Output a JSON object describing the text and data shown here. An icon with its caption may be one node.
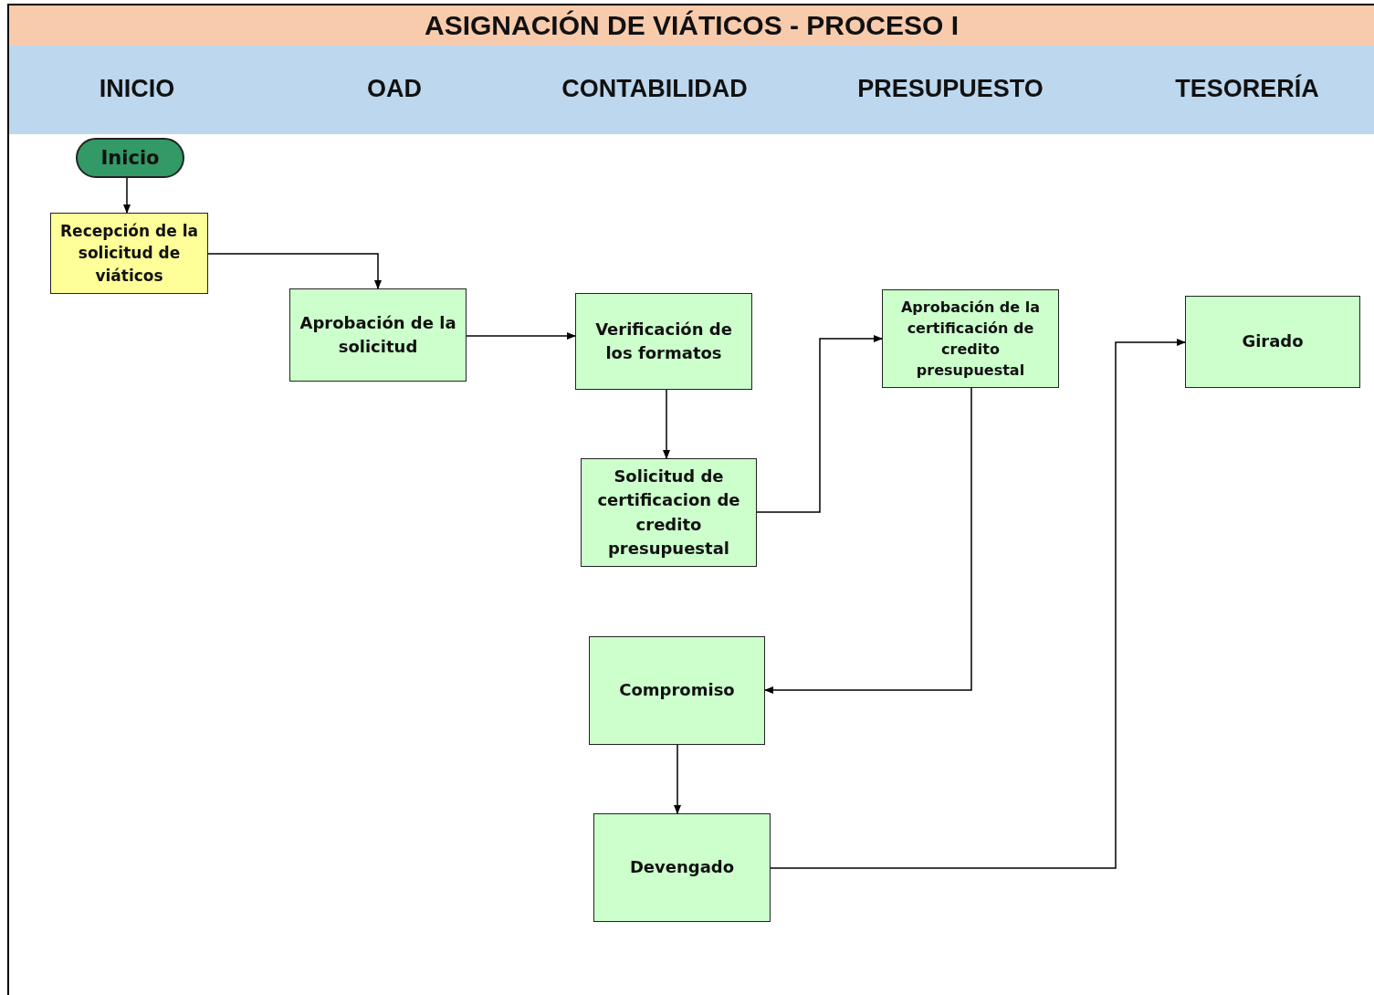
{
  "diagram": {
    "title": "ASIGNACIÓN DE VIÁTICOS - PROCESO I",
    "nodes": [
      {
        "text": [
          "Inicio"
        ]
      },
      {
        "text": [
          "Recepción de la solicitud de viáticos"
        ]
      },
      {
        "text": [
          "Aprobación de la solicitud"
        ]
      },
      {
        "text": [
          "Verificación de los formatos"
        ]
      },
      {
        "text": [
          "Solicitud de certificacion de credito presupuestal"
        ]
      },
      {
        "text": [
          "Aprobación de la certificación de credito presupuestal"
        ]
      },
      {
        "text": [
          "Girado"
        ]
      },
      {
        "text": [
          "Compromiso"
        ]
      },
      {
        "text": [
          "Devengado"
        ]
      }
    ],
    "edges": [
      {
        "from": 0,
        "to": 1,
        "arrow": "to"
      },
      {
        "from": 1,
        "to": 2,
        "arrow": "to"
      },
      {
        "from": 2,
        "to": 3,
        "arrow": "to"
      },
      {
        "from": 3,
        "to": 4,
        "arrow": "to"
      },
      {
        "from": 4,
        "to": 5,
        "arrow": "to"
      },
      {
        "from": 5,
        "to": 7,
        "arrow": "to"
      },
      {
        "from": 7,
        "to": 8,
        "arrow": "to"
      },
      {
        "from": 8,
        "to": 6,
        "arrow": "to"
      }
    ],
    "labels": [
      "INICIO",
      "OAD",
      "CONTABILIDAD",
      "PRESUPUESTO",
      "TESORERÍA"
    ]
  }
}
